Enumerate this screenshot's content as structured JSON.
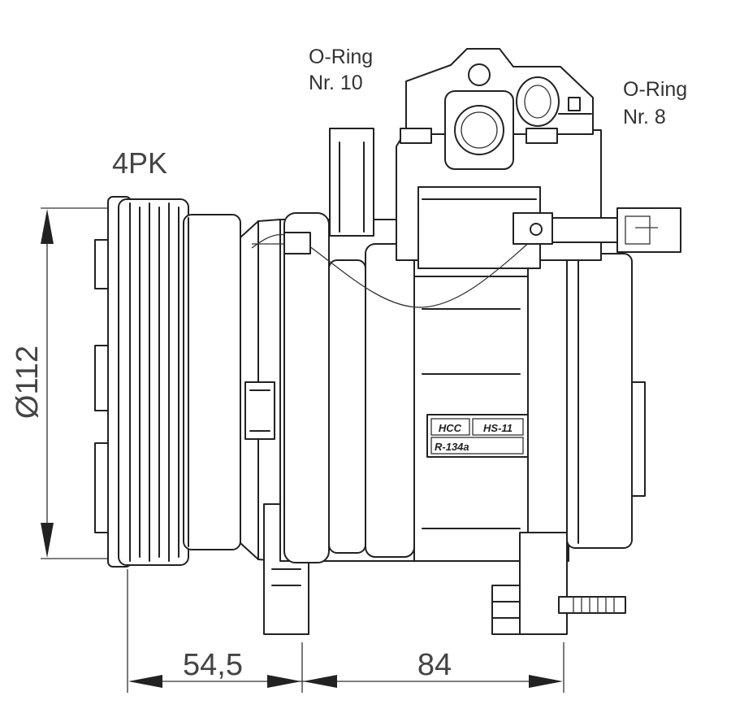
{
  "labels": {
    "oring_10_line1": "O-Ring",
    "oring_10_line2": "Nr. 10",
    "oring_8_line1": "O-Ring",
    "oring_8_line2": "Nr. 8",
    "pulley": "4PK"
  },
  "dimensions": {
    "diameter": "Ø112",
    "depth_front": "54,5",
    "depth_body": "84"
  },
  "nameplate": {
    "maker": "HCC",
    "model": "HS-11",
    "refrigerant": "R-134a"
  },
  "colors": {
    "line": "#222222",
    "text": "#333333",
    "background": "#ffffff"
  }
}
